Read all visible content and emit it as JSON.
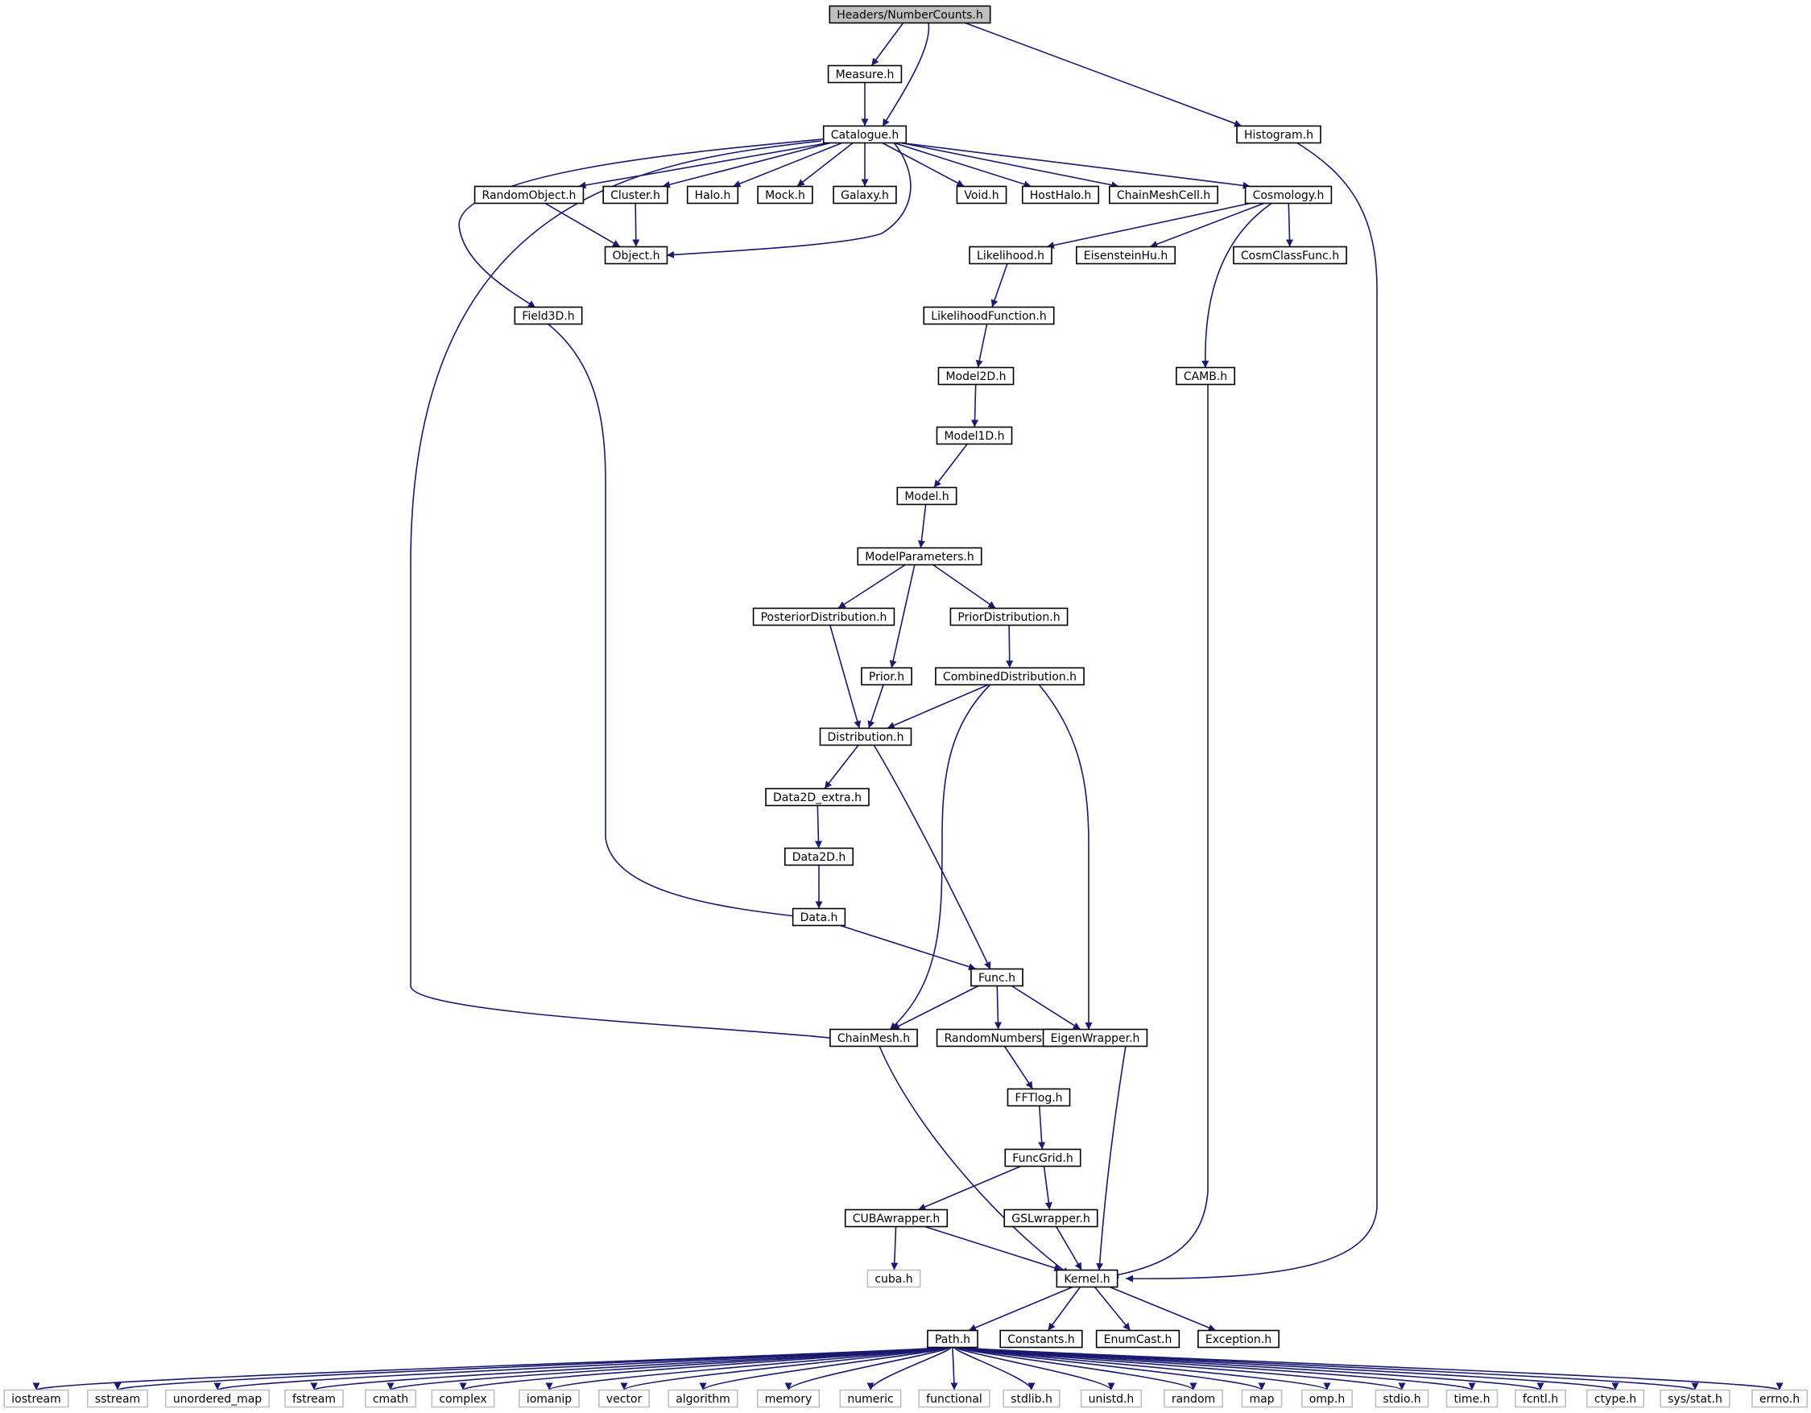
{
  "diagram": {
    "type": "include-dependency-graph",
    "colors": {
      "edge": "#191970",
      "node_border": "#000000",
      "external_border": "#bfbfbf",
      "root_fill": "#bfbfbf"
    },
    "nodes": [
      {
        "id": "root",
        "label": "Headers/NumberCounts.h",
        "kind": "root"
      },
      {
        "id": "measure",
        "label": "Measure.h"
      },
      {
        "id": "catalogue",
        "label": "Catalogue.h"
      },
      {
        "id": "histogram",
        "label": "Histogram.h"
      },
      {
        "id": "randomobject",
        "label": "RandomObject.h"
      },
      {
        "id": "cluster",
        "label": "Cluster.h"
      },
      {
        "id": "halo",
        "label": "Halo.h"
      },
      {
        "id": "mock",
        "label": "Mock.h"
      },
      {
        "id": "galaxy",
        "label": "Galaxy.h"
      },
      {
        "id": "void",
        "label": "Void.h"
      },
      {
        "id": "hosthalo",
        "label": "HostHalo.h"
      },
      {
        "id": "chainmeshcell",
        "label": "ChainMeshCell.h"
      },
      {
        "id": "cosmology",
        "label": "Cosmology.h"
      },
      {
        "id": "object",
        "label": "Object.h"
      },
      {
        "id": "likelihood",
        "label": "Likelihood.h"
      },
      {
        "id": "eisensteinhu",
        "label": "EisensteinHu.h"
      },
      {
        "id": "cosmclassfunc",
        "label": "CosmClassFunc.h"
      },
      {
        "id": "field3d",
        "label": "Field3D.h"
      },
      {
        "id": "likelihoodfunction",
        "label": "LikelihoodFunction.h"
      },
      {
        "id": "model2d",
        "label": "Model2D.h"
      },
      {
        "id": "camb",
        "label": "CAMB.h"
      },
      {
        "id": "model1d",
        "label": "Model1D.h"
      },
      {
        "id": "model",
        "label": "Model.h"
      },
      {
        "id": "modelparameters",
        "label": "ModelParameters.h"
      },
      {
        "id": "posteriordistribution",
        "label": "PosteriorDistribution.h"
      },
      {
        "id": "priordistribution",
        "label": "PriorDistribution.h"
      },
      {
        "id": "prior",
        "label": "Prior.h"
      },
      {
        "id": "combineddistribution",
        "label": "CombinedDistribution.h"
      },
      {
        "id": "distribution",
        "label": "Distribution.h"
      },
      {
        "id": "data2d_extra",
        "label": "Data2D_extra.h"
      },
      {
        "id": "data2d",
        "label": "Data2D.h"
      },
      {
        "id": "data",
        "label": "Data.h"
      },
      {
        "id": "func",
        "label": "Func.h"
      },
      {
        "id": "chainmesh",
        "label": "ChainMesh.h"
      },
      {
        "id": "randomnumbers",
        "label": "RandomNumbers.h"
      },
      {
        "id": "eigenwrapper",
        "label": "EigenWrapper.h"
      },
      {
        "id": "fftlog",
        "label": "FFTlog.h"
      },
      {
        "id": "funcgrid",
        "label": "FuncGrid.h"
      },
      {
        "id": "cubawrapper",
        "label": "CUBAwrapper.h"
      },
      {
        "id": "gslwrapper",
        "label": "GSLwrapper.h"
      },
      {
        "id": "cuba",
        "label": "cuba.h",
        "kind": "external"
      },
      {
        "id": "kernel",
        "label": "Kernel.h"
      },
      {
        "id": "path",
        "label": "Path.h"
      },
      {
        "id": "constants",
        "label": "Constants.h"
      },
      {
        "id": "enumcast",
        "label": "EnumCast.h"
      },
      {
        "id": "exception",
        "label": "Exception.h"
      },
      {
        "id": "iostream",
        "label": "iostream",
        "kind": "external"
      },
      {
        "id": "sstream",
        "label": "sstream",
        "kind": "external"
      },
      {
        "id": "unordered_map",
        "label": "unordered_map",
        "kind": "external"
      },
      {
        "id": "fstream",
        "label": "fstream",
        "kind": "external"
      },
      {
        "id": "cmath",
        "label": "cmath",
        "kind": "external"
      },
      {
        "id": "complex",
        "label": "complex",
        "kind": "external"
      },
      {
        "id": "iomanip",
        "label": "iomanip",
        "kind": "external"
      },
      {
        "id": "vector",
        "label": "vector",
        "kind": "external"
      },
      {
        "id": "algorithm",
        "label": "algorithm",
        "kind": "external"
      },
      {
        "id": "memory",
        "label": "memory",
        "kind": "external"
      },
      {
        "id": "numeric",
        "label": "numeric",
        "kind": "external"
      },
      {
        "id": "functional",
        "label": "functional",
        "kind": "external"
      },
      {
        "id": "stdlib",
        "label": "stdlib.h",
        "kind": "external"
      },
      {
        "id": "unistd",
        "label": "unistd.h",
        "kind": "external"
      },
      {
        "id": "random",
        "label": "random",
        "kind": "external"
      },
      {
        "id": "map",
        "label": "map",
        "kind": "external"
      },
      {
        "id": "omp",
        "label": "omp.h",
        "kind": "external"
      },
      {
        "id": "stdio",
        "label": "stdio.h",
        "kind": "external"
      },
      {
        "id": "time",
        "label": "time.h",
        "kind": "external"
      },
      {
        "id": "fcntl",
        "label": "fcntl.h",
        "kind": "external"
      },
      {
        "id": "ctype",
        "label": "ctype.h",
        "kind": "external"
      },
      {
        "id": "sysstat",
        "label": "sys/stat.h",
        "kind": "external"
      },
      {
        "id": "errno",
        "label": "errno.h",
        "kind": "external"
      }
    ],
    "edges": [
      [
        "root",
        "measure"
      ],
      [
        "root",
        "catalogue"
      ],
      [
        "root",
        "histogram"
      ],
      [
        "measure",
        "catalogue"
      ],
      [
        "catalogue",
        "randomobject"
      ],
      [
        "catalogue",
        "cluster"
      ],
      [
        "catalogue",
        "halo"
      ],
      [
        "catalogue",
        "mock"
      ],
      [
        "catalogue",
        "galaxy"
      ],
      [
        "catalogue",
        "void"
      ],
      [
        "catalogue",
        "hosthalo"
      ],
      [
        "catalogue",
        "chainmeshcell"
      ],
      [
        "catalogue",
        "cosmology"
      ],
      [
        "catalogue",
        "object"
      ],
      [
        "catalogue",
        "field3d"
      ],
      [
        "catalogue",
        "chainmesh"
      ],
      [
        "randomobject",
        "object"
      ],
      [
        "cluster",
        "object"
      ],
      [
        "cosmology",
        "likelihood"
      ],
      [
        "cosmology",
        "eisensteinhu"
      ],
      [
        "cosmology",
        "cosmclassfunc"
      ],
      [
        "cosmology",
        "camb"
      ],
      [
        "likelihood",
        "likelihoodfunction"
      ],
      [
        "likelihoodfunction",
        "model2d"
      ],
      [
        "model2d",
        "model1d"
      ],
      [
        "model1d",
        "model"
      ],
      [
        "model",
        "modelparameters"
      ],
      [
        "modelparameters",
        "posteriordistribution"
      ],
      [
        "modelparameters",
        "prior"
      ],
      [
        "modelparameters",
        "priordistribution"
      ],
      [
        "priordistribution",
        "combineddistribution"
      ],
      [
        "posteriordistribution",
        "distribution"
      ],
      [
        "prior",
        "distribution"
      ],
      [
        "combineddistribution",
        "distribution"
      ],
      [
        "combineddistribution",
        "chainmesh"
      ],
      [
        "combineddistribution",
        "eigenwrapper"
      ],
      [
        "distribution",
        "data2d_extra"
      ],
      [
        "distribution",
        "func"
      ],
      [
        "data2d_extra",
        "data2d"
      ],
      [
        "data2d",
        "data"
      ],
      [
        "field3d",
        "data"
      ],
      [
        "data",
        "func"
      ],
      [
        "func",
        "chainmesh"
      ],
      [
        "func",
        "randomnumbers"
      ],
      [
        "func",
        "eigenwrapper"
      ],
      [
        "randomnumbers",
        "fftlog"
      ],
      [
        "fftlog",
        "funcgrid"
      ],
      [
        "funcgrid",
        "cubawrapper"
      ],
      [
        "funcgrid",
        "gslwrapper"
      ],
      [
        "cubawrapper",
        "cuba"
      ],
      [
        "cubawrapper",
        "kernel"
      ],
      [
        "gslwrapper",
        "kernel"
      ],
      [
        "chainmesh",
        "kernel"
      ],
      [
        "eigenwrapper",
        "kernel"
      ],
      [
        "camb",
        "kernel"
      ],
      [
        "histogram",
        "kernel"
      ],
      [
        "kernel",
        "path"
      ],
      [
        "kernel",
        "constants"
      ],
      [
        "kernel",
        "enumcast"
      ],
      [
        "kernel",
        "exception"
      ],
      [
        "path",
        "iostream"
      ],
      [
        "path",
        "sstream"
      ],
      [
        "path",
        "unordered_map"
      ],
      [
        "path",
        "fstream"
      ],
      [
        "path",
        "cmath"
      ],
      [
        "path",
        "complex"
      ],
      [
        "path",
        "iomanip"
      ],
      [
        "path",
        "vector"
      ],
      [
        "path",
        "algorithm"
      ],
      [
        "path",
        "memory"
      ],
      [
        "path",
        "numeric"
      ],
      [
        "path",
        "functional"
      ],
      [
        "path",
        "stdlib"
      ],
      [
        "path",
        "unistd"
      ],
      [
        "path",
        "random"
      ],
      [
        "path",
        "map"
      ],
      [
        "path",
        "omp"
      ],
      [
        "path",
        "stdio"
      ],
      [
        "path",
        "time"
      ],
      [
        "path",
        "fcntl"
      ],
      [
        "path",
        "ctype"
      ],
      [
        "path",
        "sysstat"
      ],
      [
        "path",
        "errno"
      ]
    ]
  }
}
